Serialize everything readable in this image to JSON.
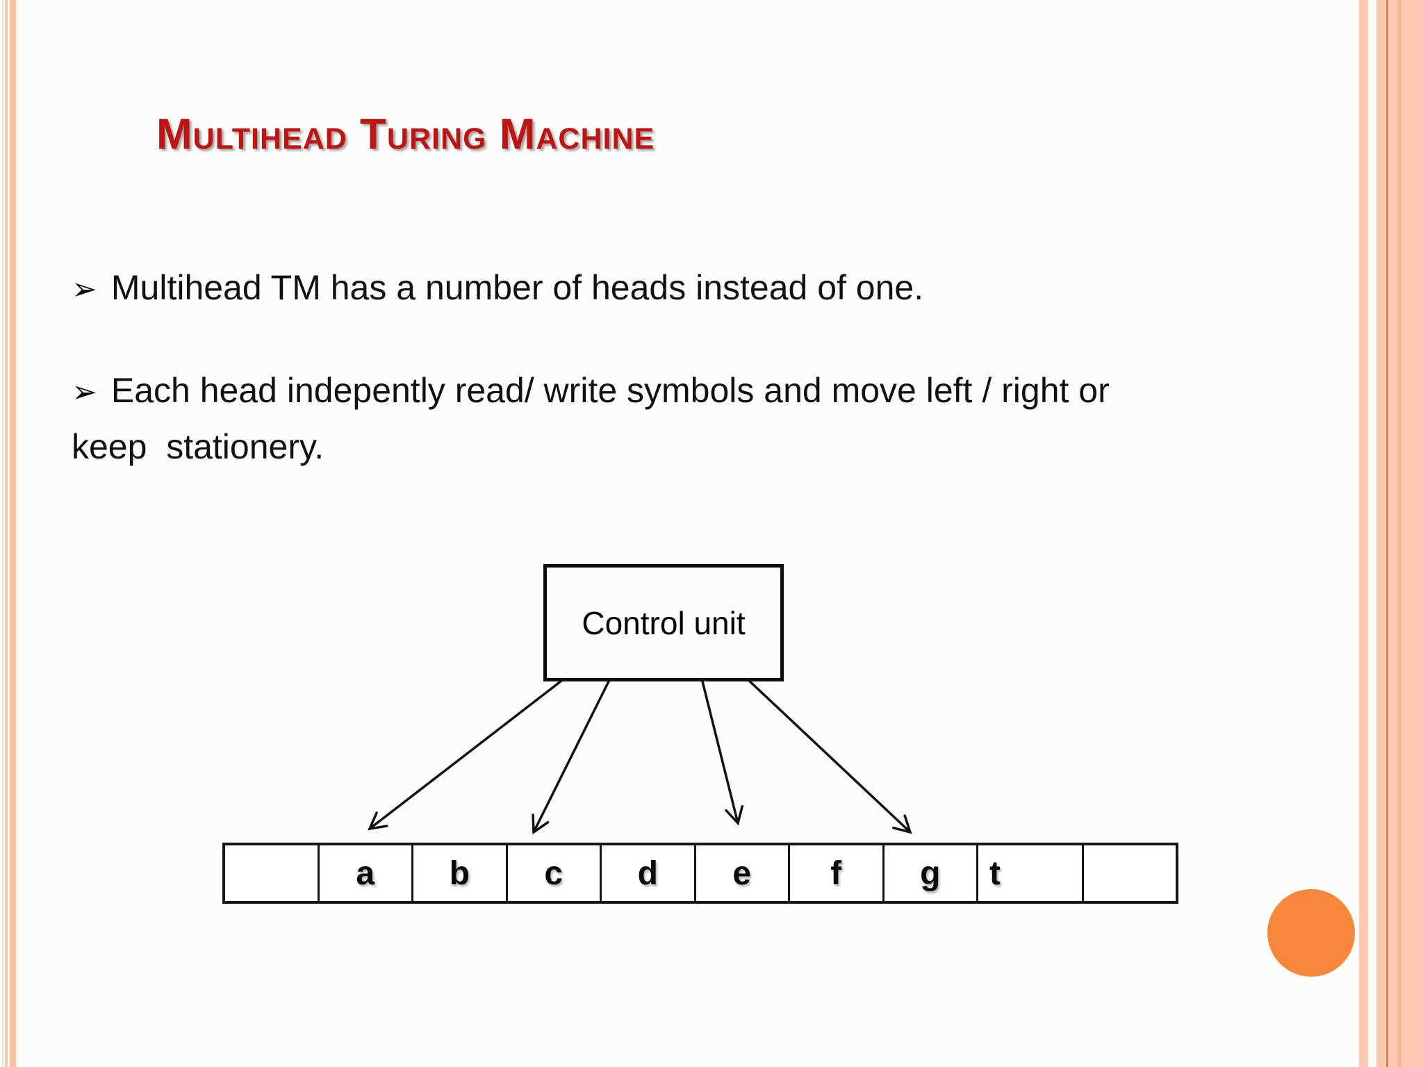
{
  "slide": {
    "title": "Multihead Turing Machine",
    "title_color": "#bf1414",
    "bullet_marker_icon": "➢",
    "bullets": [
      {
        "lines": [
          "Multihead TM has a number of heads instead of one."
        ]
      },
      {
        "lines": [
          "Each head indepently read/ write symbols and move left / right or",
          "keep  stationery."
        ]
      }
    ],
    "diagram": {
      "control_unit_label": "Control unit",
      "tape_cells": [
        "",
        "a",
        "b",
        "c",
        "d",
        "e",
        "f",
        "g",
        "t",
        ""
      ],
      "arrow_count": 4,
      "line_color": "#111111"
    },
    "decor": {
      "accent_circle_color": "#f6873b",
      "stripe_color": "#f9c3aa",
      "background_color": "#fcfdf9"
    }
  }
}
